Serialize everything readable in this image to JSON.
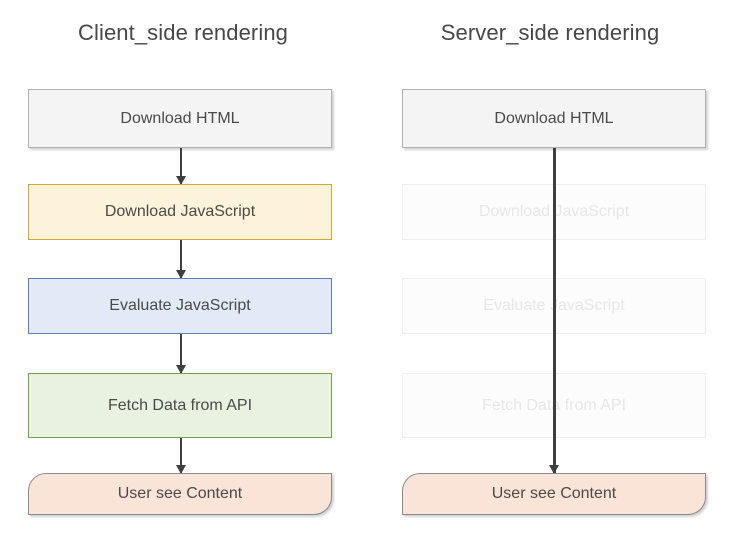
{
  "diagram": {
    "columns": [
      {
        "id": "client-side",
        "title": "Client_side rendering",
        "nodes": [
          {
            "label": "Download HTML",
            "style": "gray",
            "state": "active"
          },
          {
            "label": "Download JavaScript",
            "style": "yellow",
            "state": "active"
          },
          {
            "label": "Evaluate JavaScript",
            "style": "blue",
            "state": "active"
          },
          {
            "label": "Fetch Data from API",
            "style": "green",
            "state": "active"
          },
          {
            "label": "User see Content",
            "style": "pink",
            "state": "active"
          }
        ],
        "arrows": 4
      },
      {
        "id": "server-side",
        "title": "Server_side rendering",
        "nodes": [
          {
            "label": "Download HTML",
            "style": "gray",
            "state": "active"
          },
          {
            "label": "Download JavaScript",
            "style": "faded",
            "state": "skipped"
          },
          {
            "label": "Evaluate JavaScript",
            "style": "faded",
            "state": "skipped"
          },
          {
            "label": "Fetch Data from API",
            "style": "faded",
            "state": "skipped"
          },
          {
            "label": "User see Content",
            "style": "pink",
            "state": "active"
          }
        ],
        "arrows": 1
      }
    ],
    "colors": {
      "gray_fill": "#f4f4f4",
      "gray_border": "#b0b0b0",
      "yellow_fill": "#fdf3da",
      "yellow_border": "#d9a62b",
      "blue_fill": "#e3eaf7",
      "blue_border": "#5a7fc4",
      "green_fill": "#e9f2e1",
      "green_border": "#73a04a",
      "pink_fill": "#fae3d7",
      "pink_border": "#8a8a8a",
      "faded_fill": "#fcfcfc",
      "faded_border": "#f0f0f0",
      "faded_text": "#e7e7e7",
      "text": "#4a4a4a",
      "title_text": "#474747",
      "arrow": "#3f3f3f",
      "background": "#ffffff"
    }
  }
}
